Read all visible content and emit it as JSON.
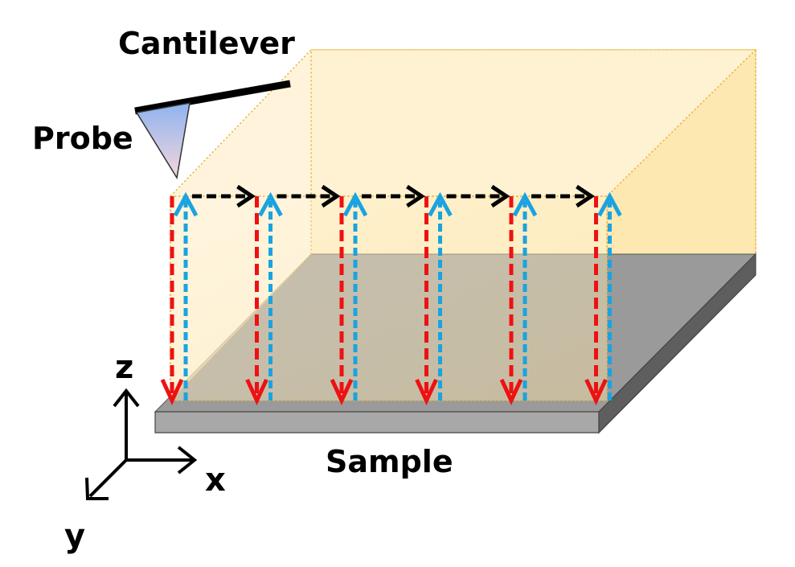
{
  "labels": {
    "cantilever": "Cantilever",
    "probe": "Probe",
    "sample": "Sample",
    "axis_z": "z",
    "axis_x": "x",
    "axis_y": "y"
  },
  "colors": {
    "approach_arrow": "#ee1111",
    "retract_arrow": "#1aa3e0",
    "lateral_arrow": "#000000",
    "scan_volume_fill": "#fdeab3",
    "scan_volume_edge": "#e8b640",
    "sample_top": "#9a9a9a",
    "sample_front": "#a8a8a8",
    "sample_side": "#5e5e5e"
  },
  "scan": {
    "point_count": 6,
    "approach_direction": "down",
    "retract_direction": "up",
    "lateral_direction": "+x"
  }
}
